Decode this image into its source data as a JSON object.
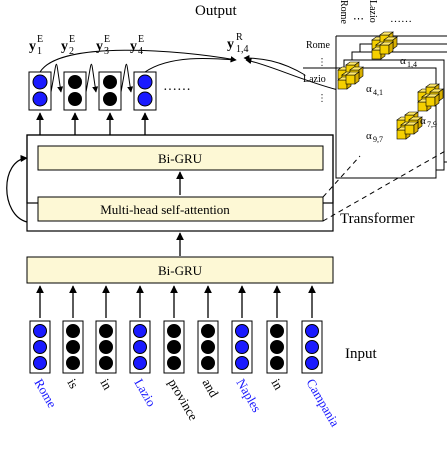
{
  "diagram": {
    "title_output": "Output",
    "label_input": "Input",
    "label_transformer": "Transformer",
    "bigru_label": "Bi-GRU",
    "bigru_lower_label": "Bi-GRU",
    "mhsa_label": "Multi-head self-attention",
    "ellipsis": "······",
    "output_labels": [
      {
        "base": "y",
        "sub": "1",
        "sup": "E"
      },
      {
        "base": "y",
        "sub": "2",
        "sup": "E"
      },
      {
        "base": "y",
        "sub": "3",
        "sup": "E"
      },
      {
        "base": "y",
        "sub": "4",
        "sup": "E"
      }
    ],
    "relation_label": {
      "base": "y",
      "sub": "1,4",
      "sup": "R"
    },
    "tokens": [
      {
        "text": "Rome",
        "entity": true
      },
      {
        "text": "is",
        "entity": false
      },
      {
        "text": "in",
        "entity": false
      },
      {
        "text": "Lazio",
        "entity": true
      },
      {
        "text": "province",
        "entity": false
      },
      {
        "text": "and",
        "entity": false
      },
      {
        "text": "Naples",
        "entity": true
      },
      {
        "text": "in",
        "entity": false
      },
      {
        "text": "Campania",
        "entity": true
      }
    ],
    "output_cells": [
      {
        "color": "blue"
      },
      {
        "color": "black"
      },
      {
        "color": "black"
      },
      {
        "color": "blue"
      }
    ],
    "tensor": {
      "col_labels": [
        "Rome",
        "Lazio",
        "……"
      ],
      "row_labels": [
        "Rome",
        "Lazio"
      ],
      "dots": "⋯",
      "alphas": [
        {
          "base": "α",
          "sub": "1,4"
        },
        {
          "base": "α",
          "sub": "4,1"
        },
        {
          "base": "α",
          "sub": "7,9"
        },
        {
          "base": "α",
          "sub": "9,7"
        }
      ]
    },
    "colors": {
      "entity": "#1a1aff",
      "plain": "#000000",
      "box_fill": "#fdf8d5",
      "cube_fill": "#f5d000"
    }
  }
}
